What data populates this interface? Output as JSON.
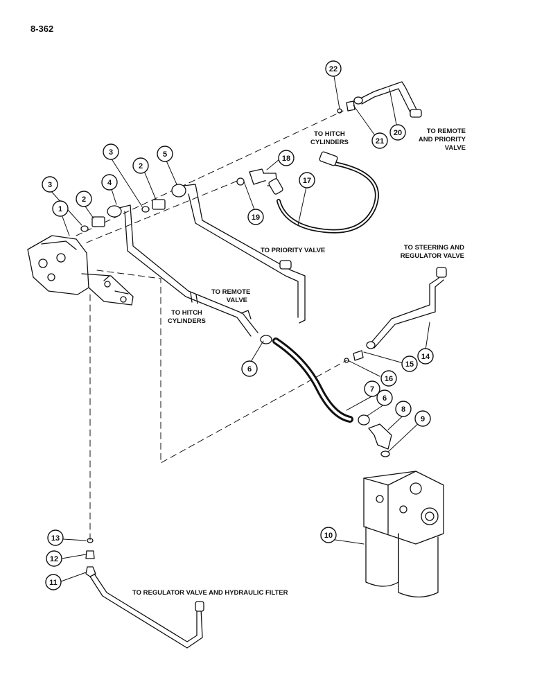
{
  "page_number": "8-362",
  "labels": {
    "to_hitch_cylinders_top": [
      "TO HITCH",
      "CYLINDERS"
    ],
    "to_remote_priority": [
      "TO REMOTE",
      "AND PRIORITY",
      "VALVE"
    ],
    "to_priority_valve": "TO PRIORITY VALVE",
    "to_steering_regulator": [
      "TO STEERING AND",
      "REGULATOR VALVE"
    ],
    "to_remote_valve": [
      "TO REMOTE",
      "VALVE"
    ],
    "to_hitch_cylinders_mid": [
      "TO HITCH",
      "CYLINDERS"
    ],
    "to_regulator_filter": "TO REGULATOR VALVE AND HYDRAULIC FILTER"
  },
  "callouts": [
    "1",
    "2",
    "2",
    "3",
    "3",
    "4",
    "5",
    "6",
    "6",
    "7",
    "8",
    "9",
    "10",
    "11",
    "12",
    "13",
    "14",
    "15",
    "16",
    "17",
    "18",
    "19",
    "20",
    "21",
    "22"
  ]
}
